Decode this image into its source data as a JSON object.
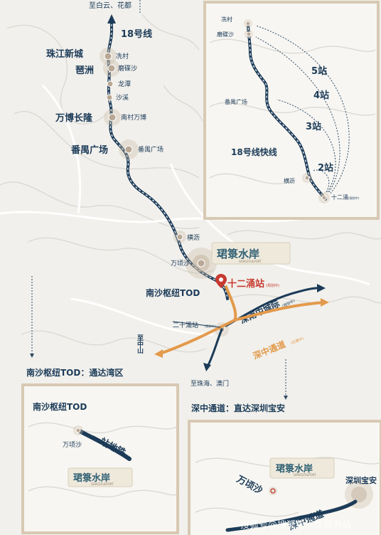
{
  "main_map": {
    "top_label": "至白云、花都",
    "line_label": "18号线",
    "stations": [
      {
        "name": "冼村",
        "area": "珠江新城"
      },
      {
        "name": "磨碟沙",
        "area": "琶洲"
      },
      {
        "name": "龙潭",
        "area": ""
      },
      {
        "name": "沙溪",
        "area": ""
      },
      {
        "name": "南村万博",
        "area": "万博长隆"
      },
      {
        "name": "番禺广场",
        "area": "番禺广场"
      },
      {
        "name": "横沥",
        "area": ""
      },
      {
        "name": "万顷沙",
        "area": ""
      }
    ],
    "hub_label": "南沙枢纽TOD",
    "project_station": "十二涌站",
    "project_station_note": "(规划中)",
    "ershi_station": "二十涌站",
    "ershi_note": "(规划中)",
    "to_zhongshan": "至中山",
    "to_zhuhai": "至珠海、澳门",
    "intercity_label": "深南中城际",
    "intercity_note": "(规划中)",
    "channel_label": "深中通道",
    "channel_note": "(在建中)",
    "callout_left": "南沙枢纽TOD：通达湾区",
    "callout_right": "深中通道：直达深圳宝安"
  },
  "inset_top": {
    "station_top1": "冼村",
    "station_top2": "磨碟沙",
    "station_mid": "番禺广场",
    "station_hengli": "横沥",
    "station_end": "十二涌",
    "station_end_note": "(规划中)",
    "line_label": "18号线快线",
    "stop_labels": [
      "5站",
      "4站",
      "3站",
      "2站"
    ]
  },
  "inset_bl": {
    "title": "南沙枢纽TOD",
    "station": "万顷沙",
    "ribbon": "一站地铁"
  },
  "inset_br": {
    "right_label": "深圳宝安",
    "left_vertical": "万顷沙",
    "ribbon": "深中通道"
  },
  "logo": {
    "cn": "珺箓水岸",
    "en": "GRACEFULPORT"
  },
  "watermark": "搜狐号@搜狐焦点防城港站"
}
